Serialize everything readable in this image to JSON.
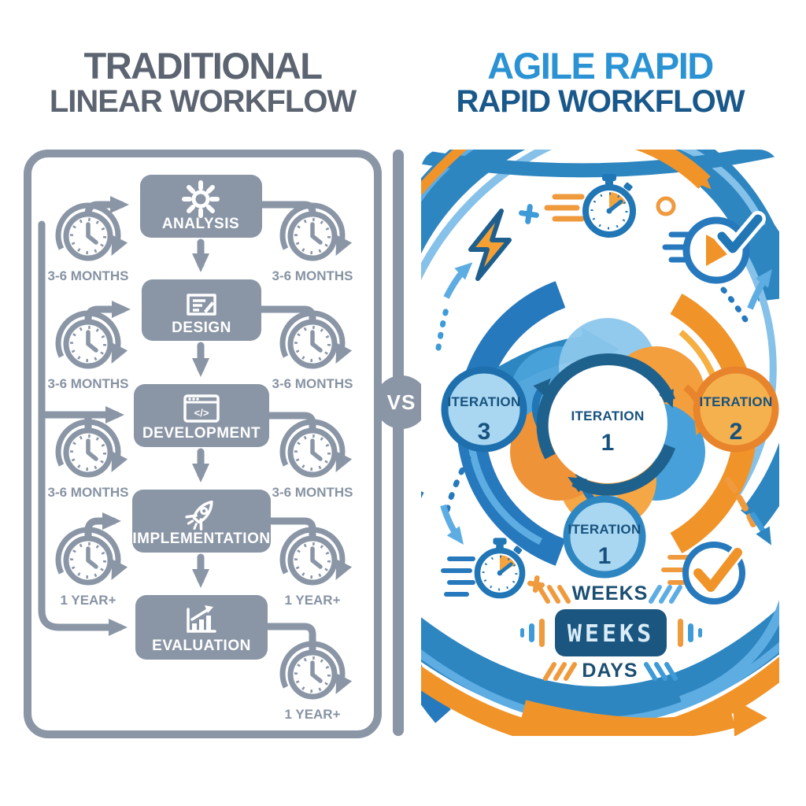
{
  "header": {
    "traditional_title_line1": "TRADITIONAL",
    "traditional_title_line2": "LINEAR WORKFLOW",
    "agile_title_line1": "AGILE RAPID",
    "agile_title_line2": "RAPID WORKFLOW"
  },
  "vs_badge": {
    "label": "VS"
  },
  "traditional": {
    "stages": [
      {
        "label": "ANALYSIS",
        "icon": "gear-icon"
      },
      {
        "label": "DESIGN",
        "icon": "blueprint-icon"
      },
      {
        "label": "DEVELOPMENT",
        "icon": "code-window-icon",
        "icon_text": "</>"
      },
      {
        "label": "IMPLEMENTATION",
        "icon": "rocket-icon"
      },
      {
        "label": "EVALUATION",
        "icon": "bar-chart-icon"
      }
    ],
    "left_clock_labels": [
      "3-6 MONTHS",
      "3-6 MONTHS",
      "3-6 MONTHS",
      "1 YEAR+"
    ],
    "right_clock_labels": [
      "3-6 MONTHS",
      "3-6 MONTHS",
      "3-6 MONTHS",
      "1 YEAR+",
      "1 YEAR+"
    ]
  },
  "agile": {
    "iterations": [
      {
        "word": "ITERATION",
        "number": "3",
        "position": "left"
      },
      {
        "word": "ITERATION",
        "number": "1",
        "position": "center"
      },
      {
        "word": "ITERATION",
        "number": "2",
        "position": "right"
      },
      {
        "word": "ITERATION",
        "number": "1",
        "position": "bottom"
      }
    ],
    "timeline": {
      "label_top": "WEEKS",
      "display_value": "WEEKS",
      "label_bottom": "DAYS"
    }
  },
  "colors": {
    "panel_gray": "#8A96A6",
    "title_gray": "#5B6470",
    "title_blue": "#2B93D3",
    "title_navy": "#19588A",
    "blue": "#2E86C1",
    "light_blue": "#85C1E9",
    "dark_blue": "#1B4F72",
    "orange": "#F0942A"
  }
}
